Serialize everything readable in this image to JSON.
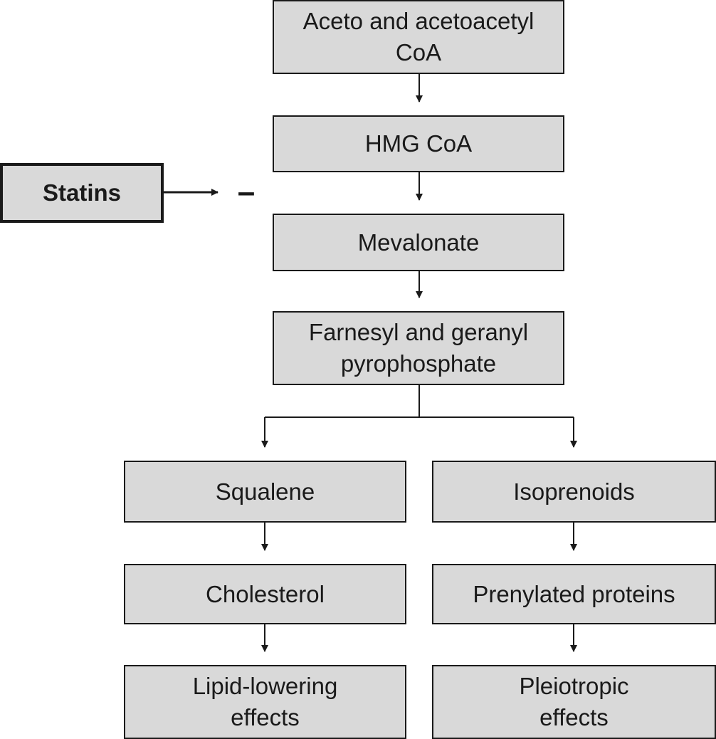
{
  "nodes": {
    "acetyl_coa": "Aceto and acetoacetyl\nCoA",
    "hmg_coa": "HMG CoA",
    "mevalonate": "Mevalonate",
    "farnesyl": "Farnesyl and geranyl\npyrophosphate",
    "squalene": "Squalene",
    "isoprenoids": "Isoprenoids",
    "cholesterol": "Cholesterol",
    "prenylated": "Prenylated proteins",
    "lipid_effects": "Lipid-lowering\neffects",
    "pleiotropic_effects": "Pleiotropic\neffects"
  },
  "inhibitor": {
    "label": "Statins",
    "symbol": "–"
  },
  "colors": {
    "box_fill": "#d9d9d9",
    "line": "#1a1a1a"
  }
}
